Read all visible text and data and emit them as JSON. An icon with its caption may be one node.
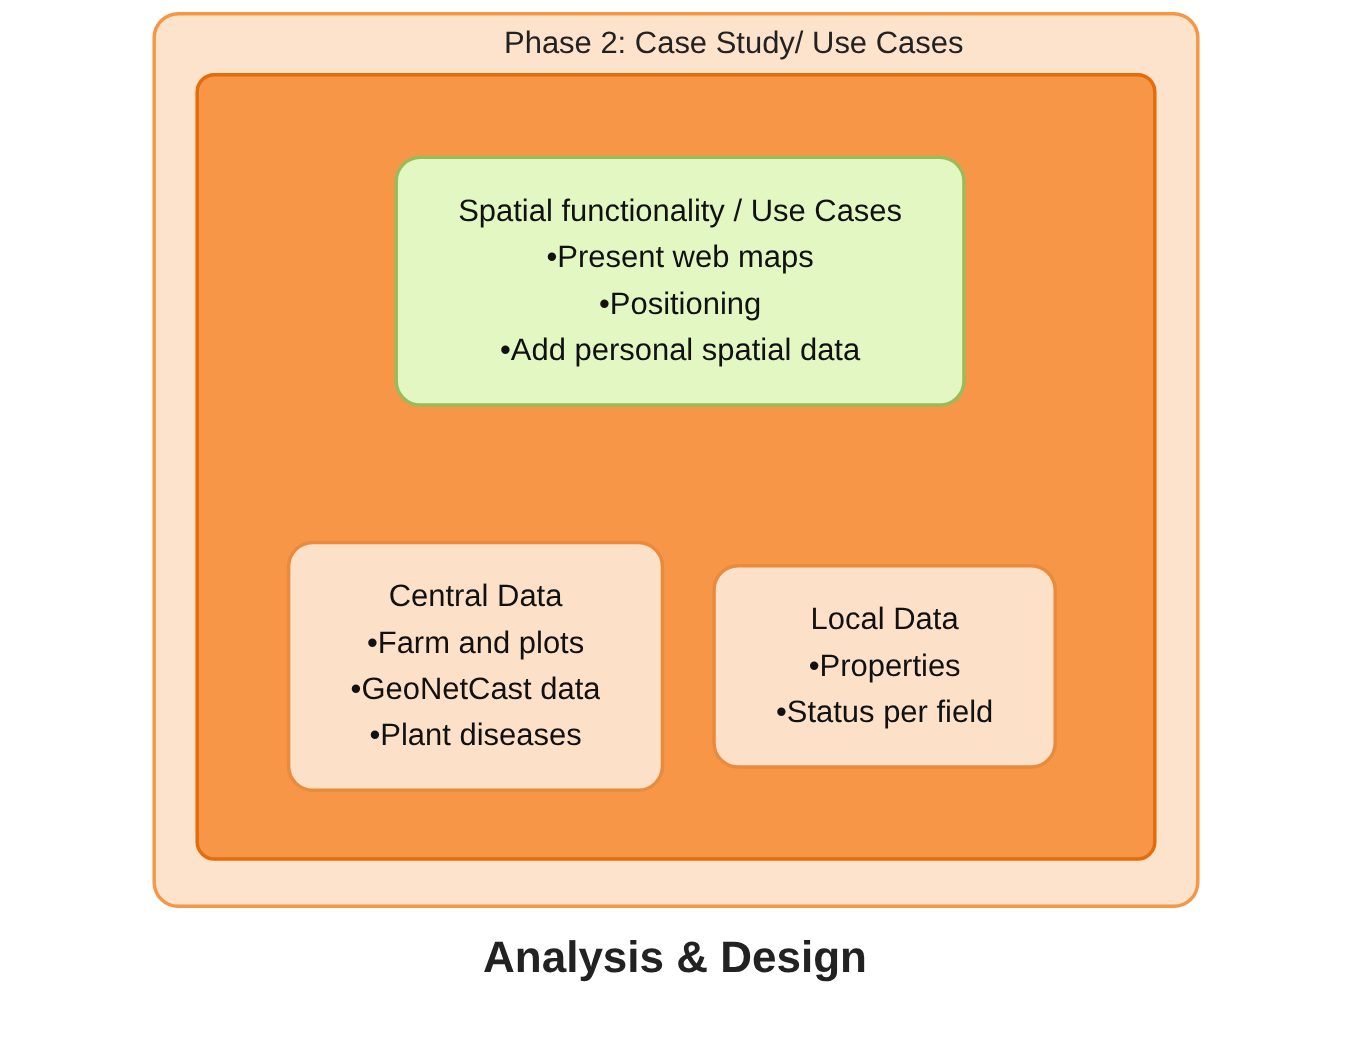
{
  "diagram": {
    "caption": "Analysis & Design",
    "nodes": [
      {
        "text": [
          "Phase 2: Case Study/ Use Cases"
        ]
      },
      {
        "text": [],
        "shape": "box",
        "in": 0
      },
      {
        "text": [
          "Spatial functionality / Use Cases",
          "•Present web maps",
          "•Positioning",
          "•Add personal spatial data"
        ],
        "in": 1
      },
      {
        "text": [
          "Central Data",
          "•Farm and plots",
          "•GeoNetCast data",
          "•Plant diseases"
        ],
        "in": 1
      },
      {
        "text": [
          "Local Data",
          "•Properties",
          "•Status per field"
        ],
        "in": 1
      }
    ]
  }
}
